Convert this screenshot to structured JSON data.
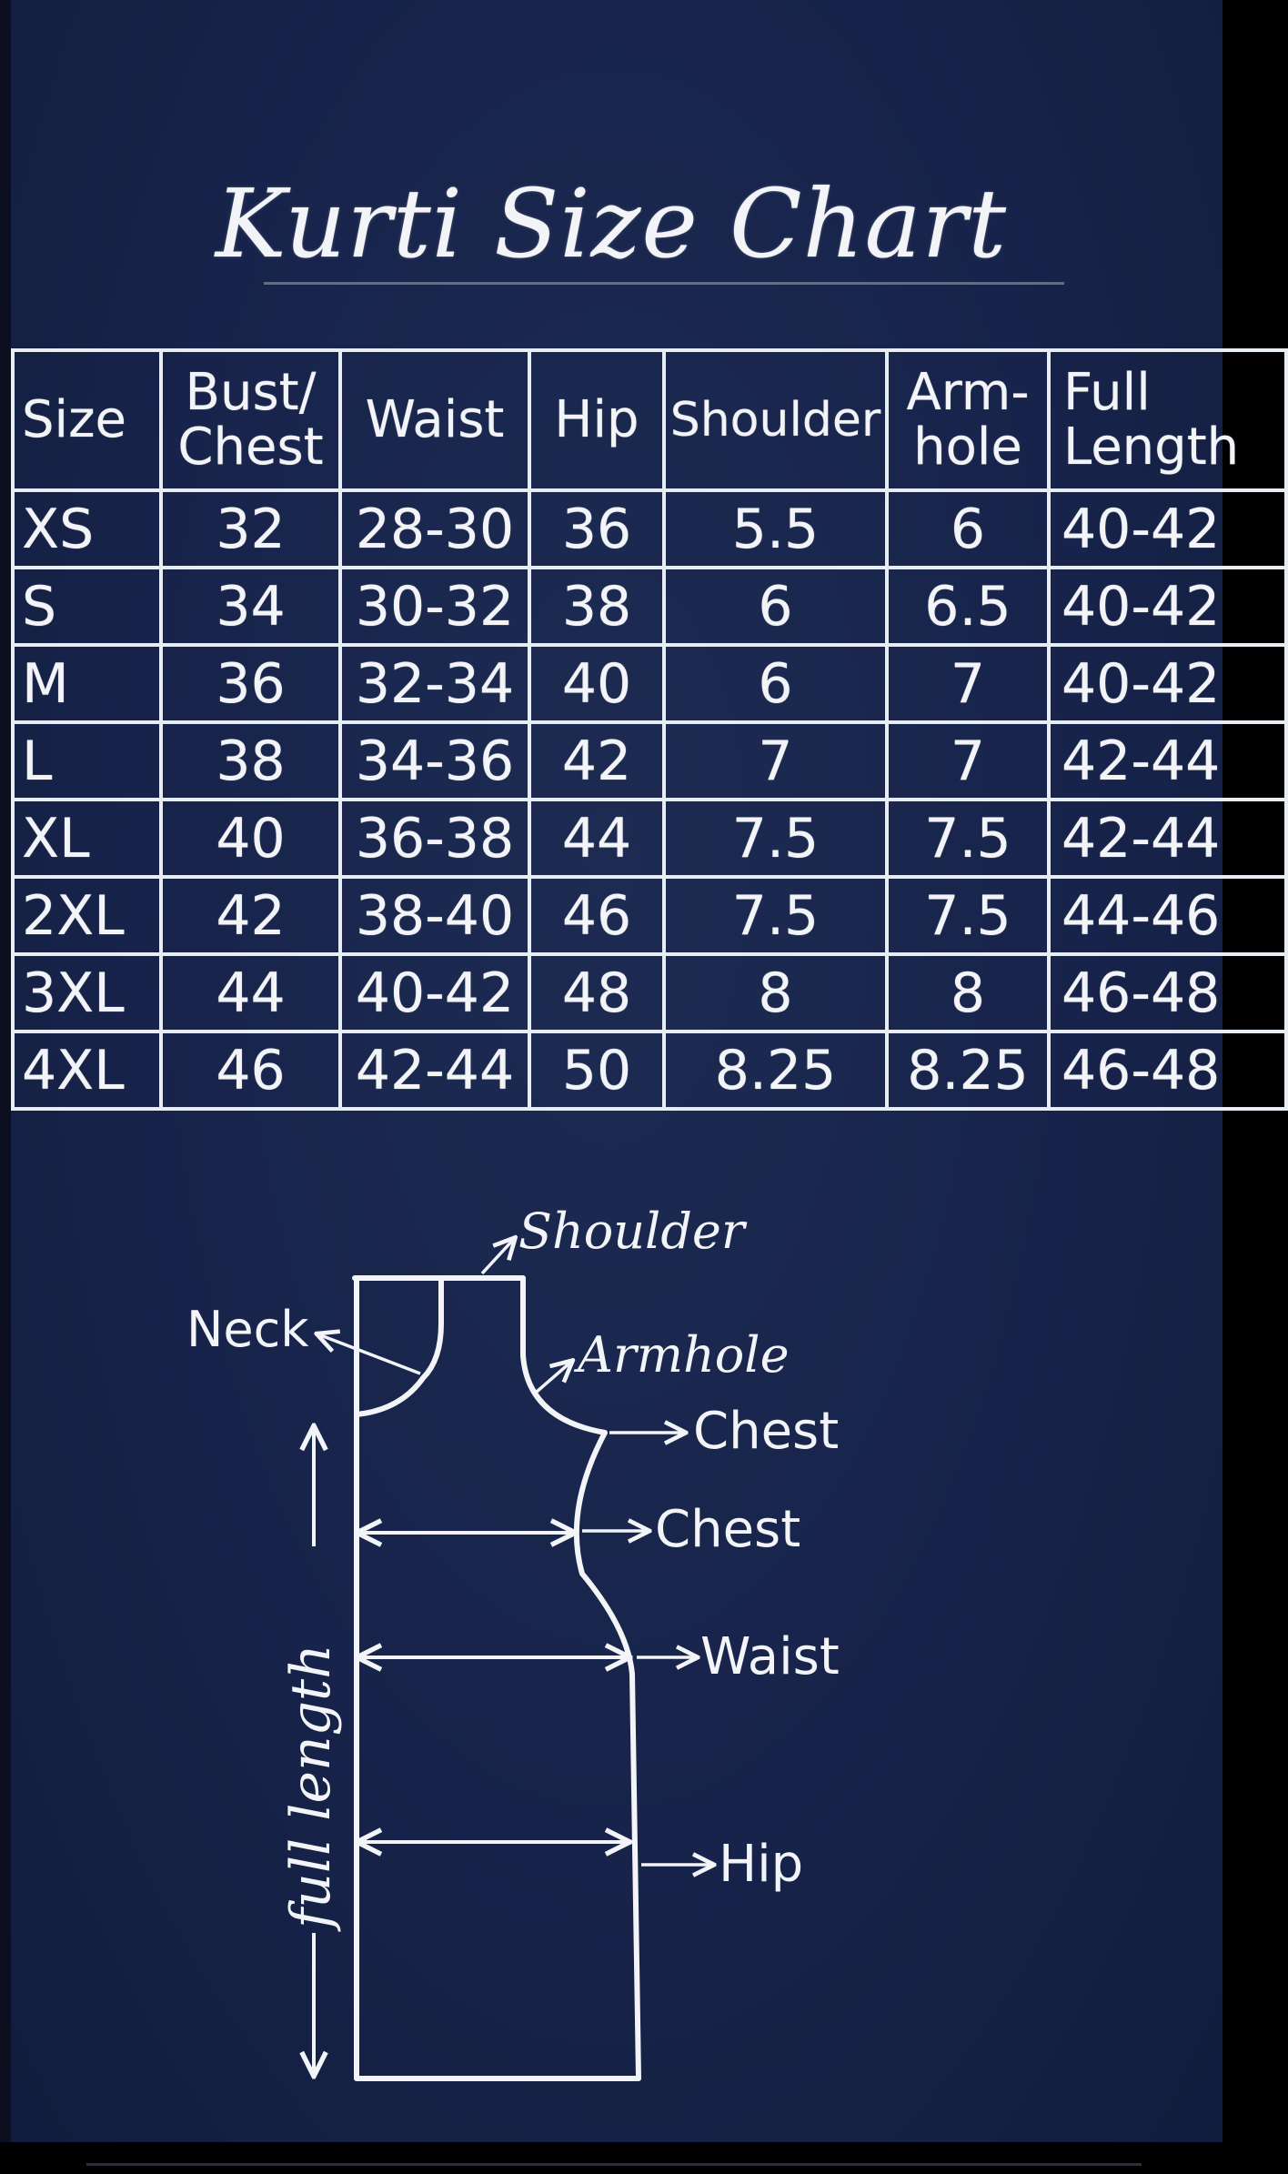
{
  "title": "Kurti Size Chart",
  "table": {
    "headers": [
      [
        "Size"
      ],
      [
        "Bust/",
        "Chest"
      ],
      [
        "Waist"
      ],
      [
        "Hip"
      ],
      [
        "Shoulder"
      ],
      [
        "Arm-",
        "hole"
      ],
      [
        "Full",
        "Length"
      ]
    ],
    "rows": [
      [
        "XS",
        "32",
        "28-30",
        "36",
        "5.5",
        "6",
        "40-42"
      ],
      [
        "S",
        "34",
        "30-32",
        "38",
        "6",
        "6.5",
        "40-42"
      ],
      [
        "M",
        "36",
        "32-34",
        "40",
        "6",
        "7",
        "40-42"
      ],
      [
        "L",
        "38",
        "34-36",
        "42",
        "7",
        "7",
        "42-44"
      ],
      [
        "XL",
        "40",
        "36-38",
        "44",
        "7.5",
        "7.5",
        "42-44"
      ],
      [
        "2XL",
        "42",
        "38-40",
        "46",
        "7.5",
        "7.5",
        "44-46"
      ],
      [
        "3XL",
        "44",
        "40-42",
        "48",
        "8",
        "8",
        "46-48"
      ],
      [
        "4XL",
        "46",
        "42-44",
        "50",
        "8.25",
        "8.25",
        "46-48"
      ]
    ]
  },
  "diagram": {
    "labels": {
      "shoulder": "Shoulder",
      "neck": "Neck",
      "armhole": "Armhole",
      "chest_upper": "Chest",
      "chest_lower": "Chest",
      "waist": "Waist",
      "hip": "Hip",
      "full_length": "full length"
    }
  },
  "colors": {
    "board": "#17234a",
    "chalk": "#f2f4f8"
  }
}
